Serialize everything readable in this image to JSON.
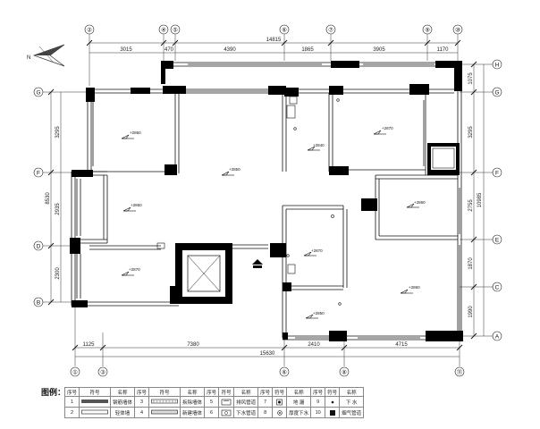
{
  "compass": {
    "label": "N"
  },
  "top_dims": {
    "total": "14815",
    "segments": [
      "3015",
      "470",
      "4390",
      "1865",
      "3905",
      "1170"
    ]
  },
  "bottom_dims": {
    "total": "15630",
    "segments": [
      "1125",
      "7380",
      "2410",
      "4715"
    ]
  },
  "left_dims": {
    "total": "8530",
    "segments": [
      "3295",
      "2935",
      "2300"
    ]
  },
  "right_dims": {
    "total": "10985",
    "segments": [
      "1075",
      "3295",
      "2755",
      "1870",
      "1990"
    ]
  },
  "axes": {
    "top": [
      "②",
      "④",
      "⑤",
      "⑥",
      "⑦",
      "⑨",
      "⑩"
    ],
    "bottom": [
      "①",
      "③",
      "⑥",
      "⑧",
      "⑪"
    ],
    "left": [
      "G",
      "F",
      "D",
      "B"
    ],
    "right": [
      "H",
      "G",
      "F",
      "E",
      "C",
      "A"
    ]
  },
  "elevations": [
    "+2860",
    "+2850",
    "+2870",
    "+2840",
    "+2850",
    "+2860",
    "+2870",
    "+2860",
    "+2870",
    "+2860",
    "+2850"
  ],
  "legend": {
    "title": "图例：",
    "headers": [
      "序号",
      "符号",
      "名称"
    ],
    "items": [
      {
        "no": "1",
        "name": "钢筋墙体"
      },
      {
        "no": "2",
        "name": "轻体墙"
      },
      {
        "no": "3",
        "name": "拆除墙体"
      },
      {
        "no": "4",
        "name": "新建墙体"
      },
      {
        "no": "5",
        "name": "排风管道"
      },
      {
        "no": "6",
        "name": "下水管道"
      },
      {
        "no": "7",
        "name": "地 漏"
      },
      {
        "no": "8",
        "name": "厚度下水"
      },
      {
        "no": "9",
        "name": "下 水"
      },
      {
        "no": "10",
        "name": "烟气管道"
      }
    ]
  }
}
